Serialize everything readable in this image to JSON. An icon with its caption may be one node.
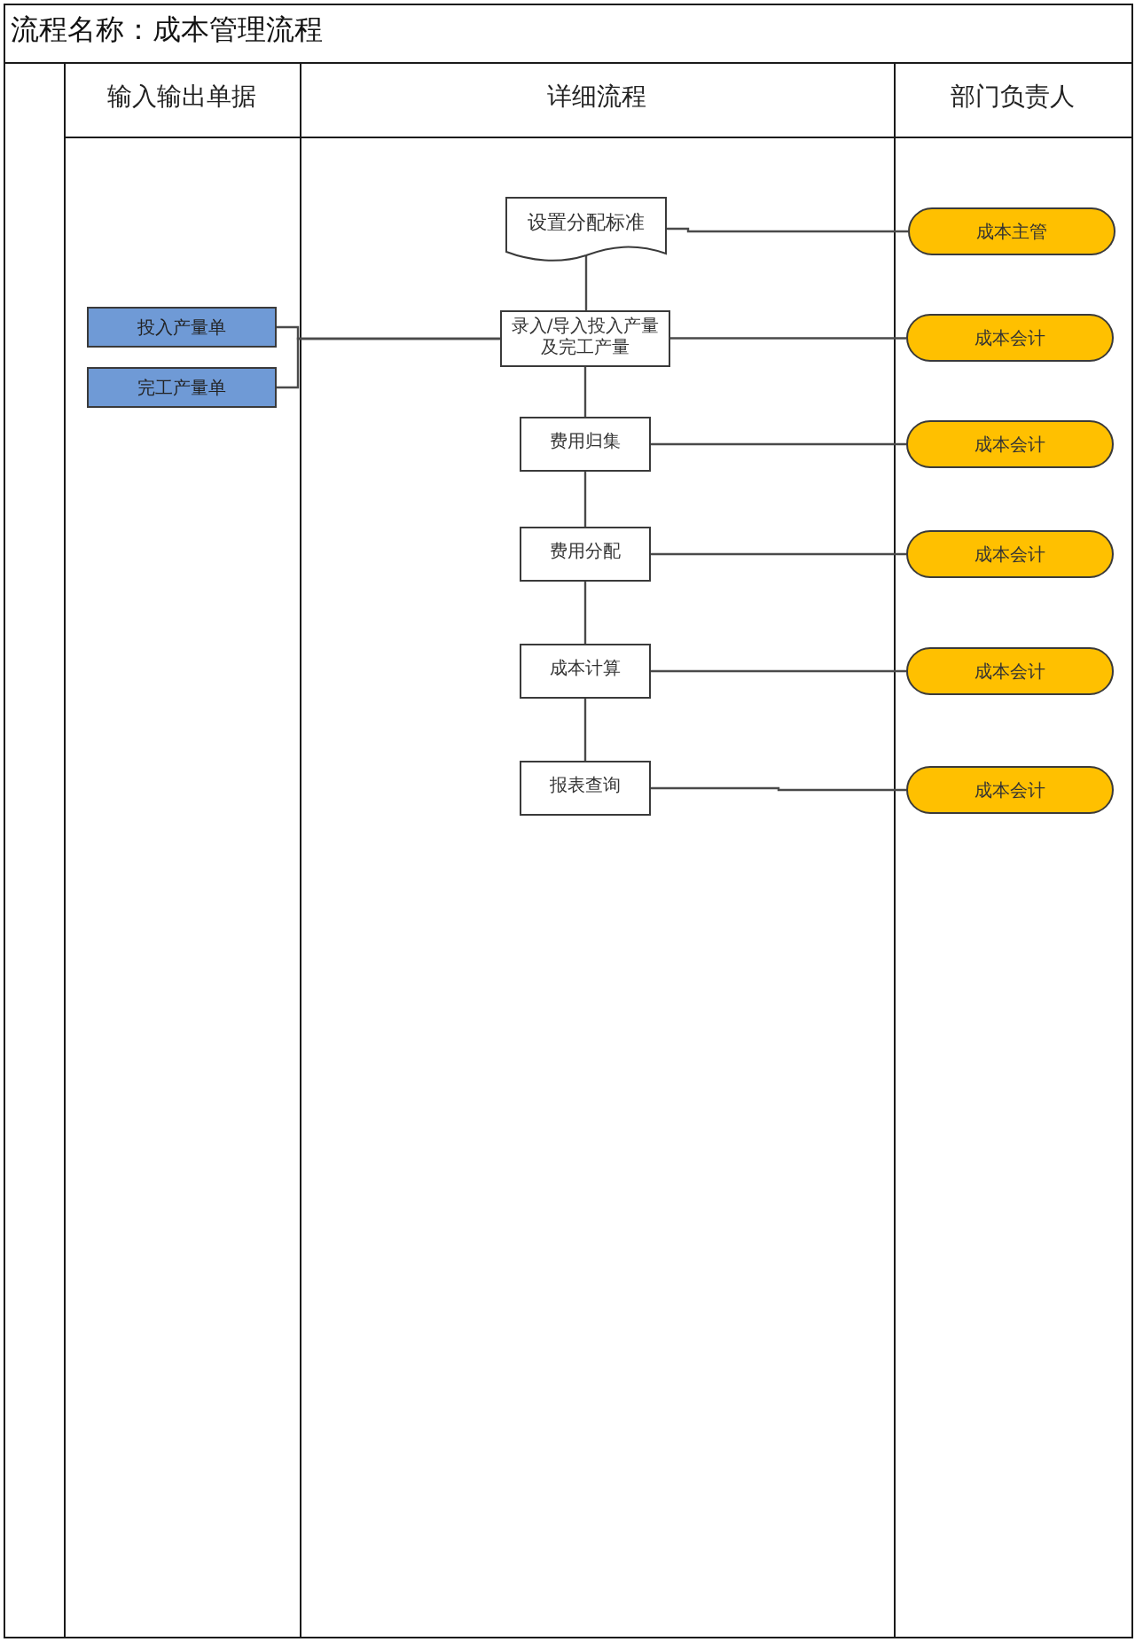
{
  "diagram": {
    "title": "流程名称：成本管理流程",
    "nodes": [
      {
        "text": [
          "设置分配标准"
        ]
      },
      {
        "text": [
          "成本主管"
        ]
      },
      {
        "text": [
          "投入产量单"
        ]
      },
      {
        "text": [
          "完工产量单"
        ]
      },
      {
        "text": [
          "录入/导入投入产量及完工产量"
        ]
      },
      {
        "text": [
          "成本会计"
        ]
      },
      {
        "text": [
          "费用归集"
        ]
      },
      {
        "text": [
          "成本会计"
        ]
      },
      {
        "text": [
          "费用分配"
        ]
      },
      {
        "text": [
          "成本会计"
        ]
      },
      {
        "text": [
          "成本计算"
        ]
      },
      {
        "text": [
          "成本会计"
        ]
      },
      {
        "text": [
          "报表查询"
        ]
      },
      {
        "text": [
          "成本会计"
        ]
      }
    ],
    "edges": [
      {
        "from": 0,
        "to": 1,
        "arrow": "none"
      },
      {
        "from": 0,
        "to": 4,
        "arrow": "none"
      },
      {
        "from": 2,
        "to": 4,
        "arrow": "none"
      },
      {
        "from": 3,
        "to": 4,
        "arrow": "none"
      },
      {
        "from": 4,
        "to": 5,
        "arrow": "none"
      },
      {
        "from": 4,
        "to": 6,
        "arrow": "none"
      },
      {
        "from": 6,
        "to": 7,
        "arrow": "none"
      },
      {
        "from": 6,
        "to": 8,
        "arrow": "none"
      },
      {
        "from": 8,
        "to": 9,
        "arrow": "none"
      },
      {
        "from": 8,
        "to": 10,
        "arrow": "none"
      },
      {
        "from": 10,
        "to": 11,
        "arrow": "none"
      },
      {
        "from": 10,
        "to": 12,
        "arrow": "none"
      },
      {
        "from": 12,
        "to": 13,
        "arrow": "none"
      }
    ],
    "labels": [
      "输入输出单据",
      "详细流程",
      "部门负责人"
    ]
  }
}
